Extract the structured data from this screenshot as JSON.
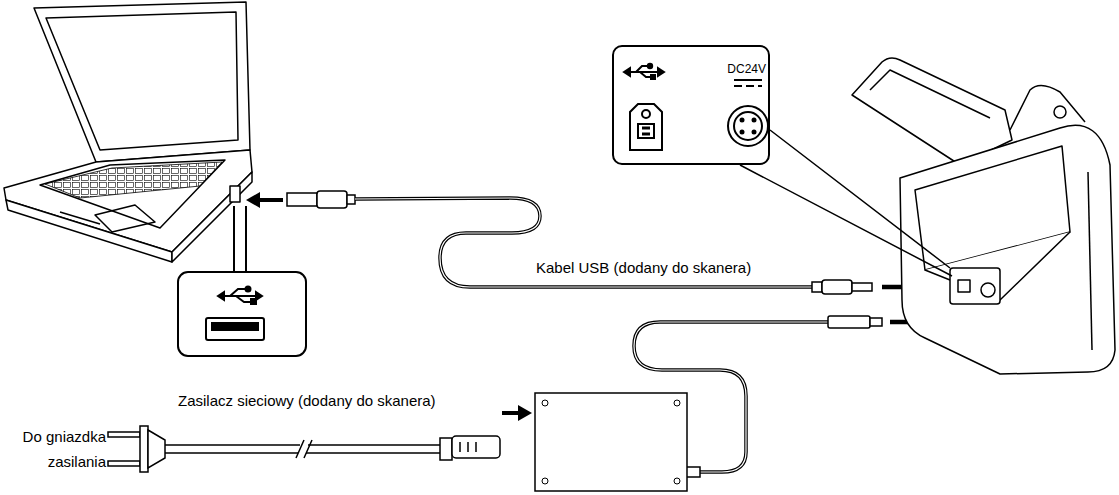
{
  "diagram": {
    "nodes": [
      {
        "text": [
          "DC24V"
        ]
      }
    ],
    "labels": [
      "Kabel USB (dodany do skanera)",
      "Zasilacz sieciowy (dodany do skanera)",
      "Do gniazdka zasilania"
    ]
  }
}
